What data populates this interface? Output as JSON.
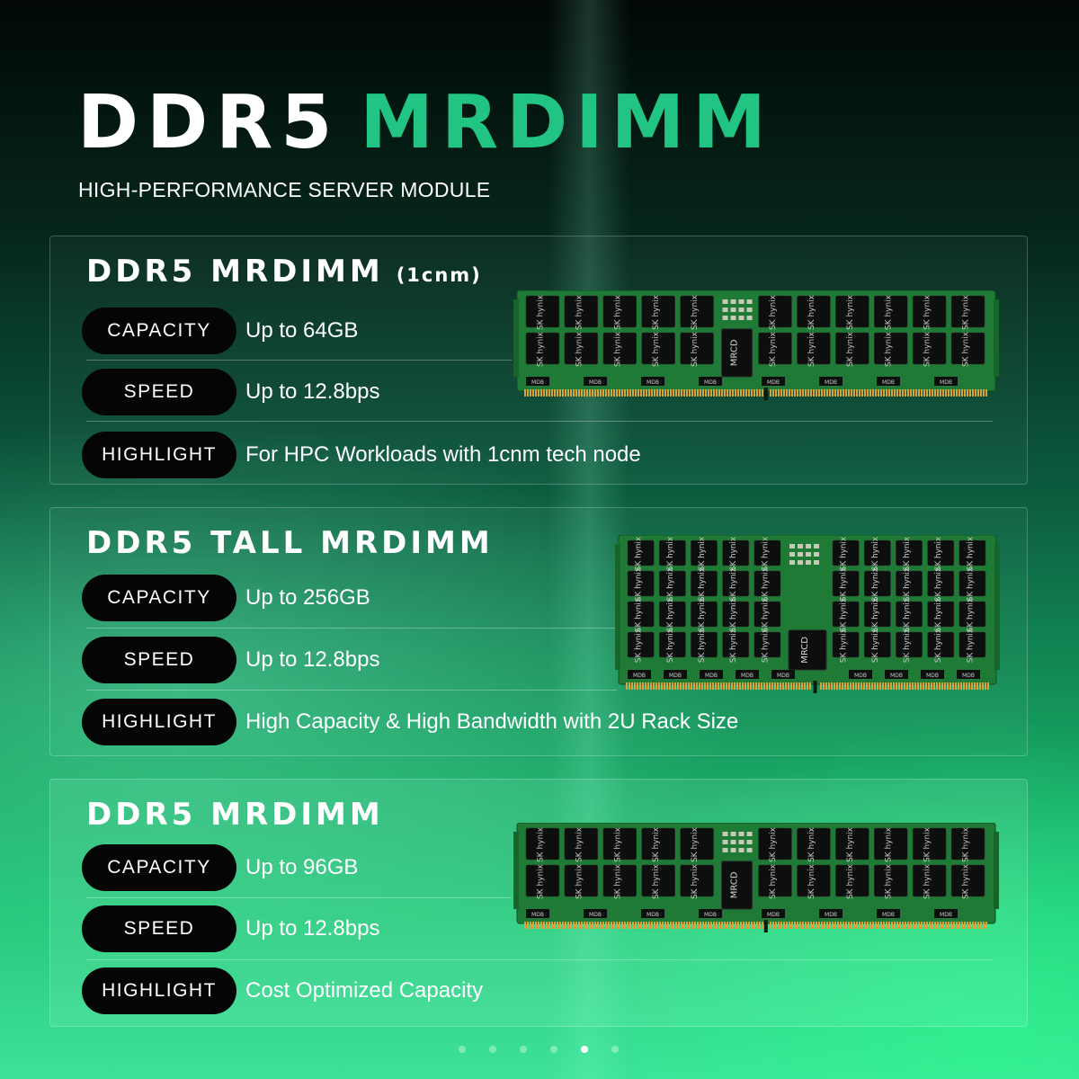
{
  "header": {
    "title_white": "DDR5",
    "title_green": "MRDIMM",
    "subtitle": "HIGH-PERFORMANCE SERVER MODULE"
  },
  "colors": {
    "accent": "#21c483",
    "pill": "#050505",
    "pcb": "#1f7a36"
  },
  "cards": [
    {
      "title": "DDR5 MRDIMM",
      "node": "(1cnm)",
      "rows": [
        {
          "label": "CAPACITY",
          "value": "Up to 64GB"
        },
        {
          "label": "SPEED",
          "value": "Up to 12.8bps"
        },
        {
          "label": "HIGHLIGHT",
          "value": "For HPC Workloads with 1cnm tech node"
        }
      ]
    },
    {
      "title": "DDR5 TALL MRDIMM",
      "rows": [
        {
          "label": "CAPACITY",
          "value": "Up to 256GB"
        },
        {
          "label": "SPEED",
          "value": "Up to 12.8bps"
        },
        {
          "label": "HIGHLIGHT",
          "value": "High Capacity & High Bandwidth with 2U Rack Size"
        }
      ]
    },
    {
      "title": "DDR5 MRDIMM",
      "rows": [
        {
          "label": "CAPACITY",
          "value": "Up to 96GB"
        },
        {
          "label": "SPEED",
          "value": "Up to 12.8bps"
        },
        {
          "label": "HIGHLIGHT",
          "value": "Cost Optimized Capacity"
        }
      ]
    }
  ],
  "module_labels": {
    "chip": "SK hynix",
    "center": "MRCD",
    "buffer": "MDB"
  },
  "carousel": {
    "total": 6,
    "active_index": 4
  }
}
